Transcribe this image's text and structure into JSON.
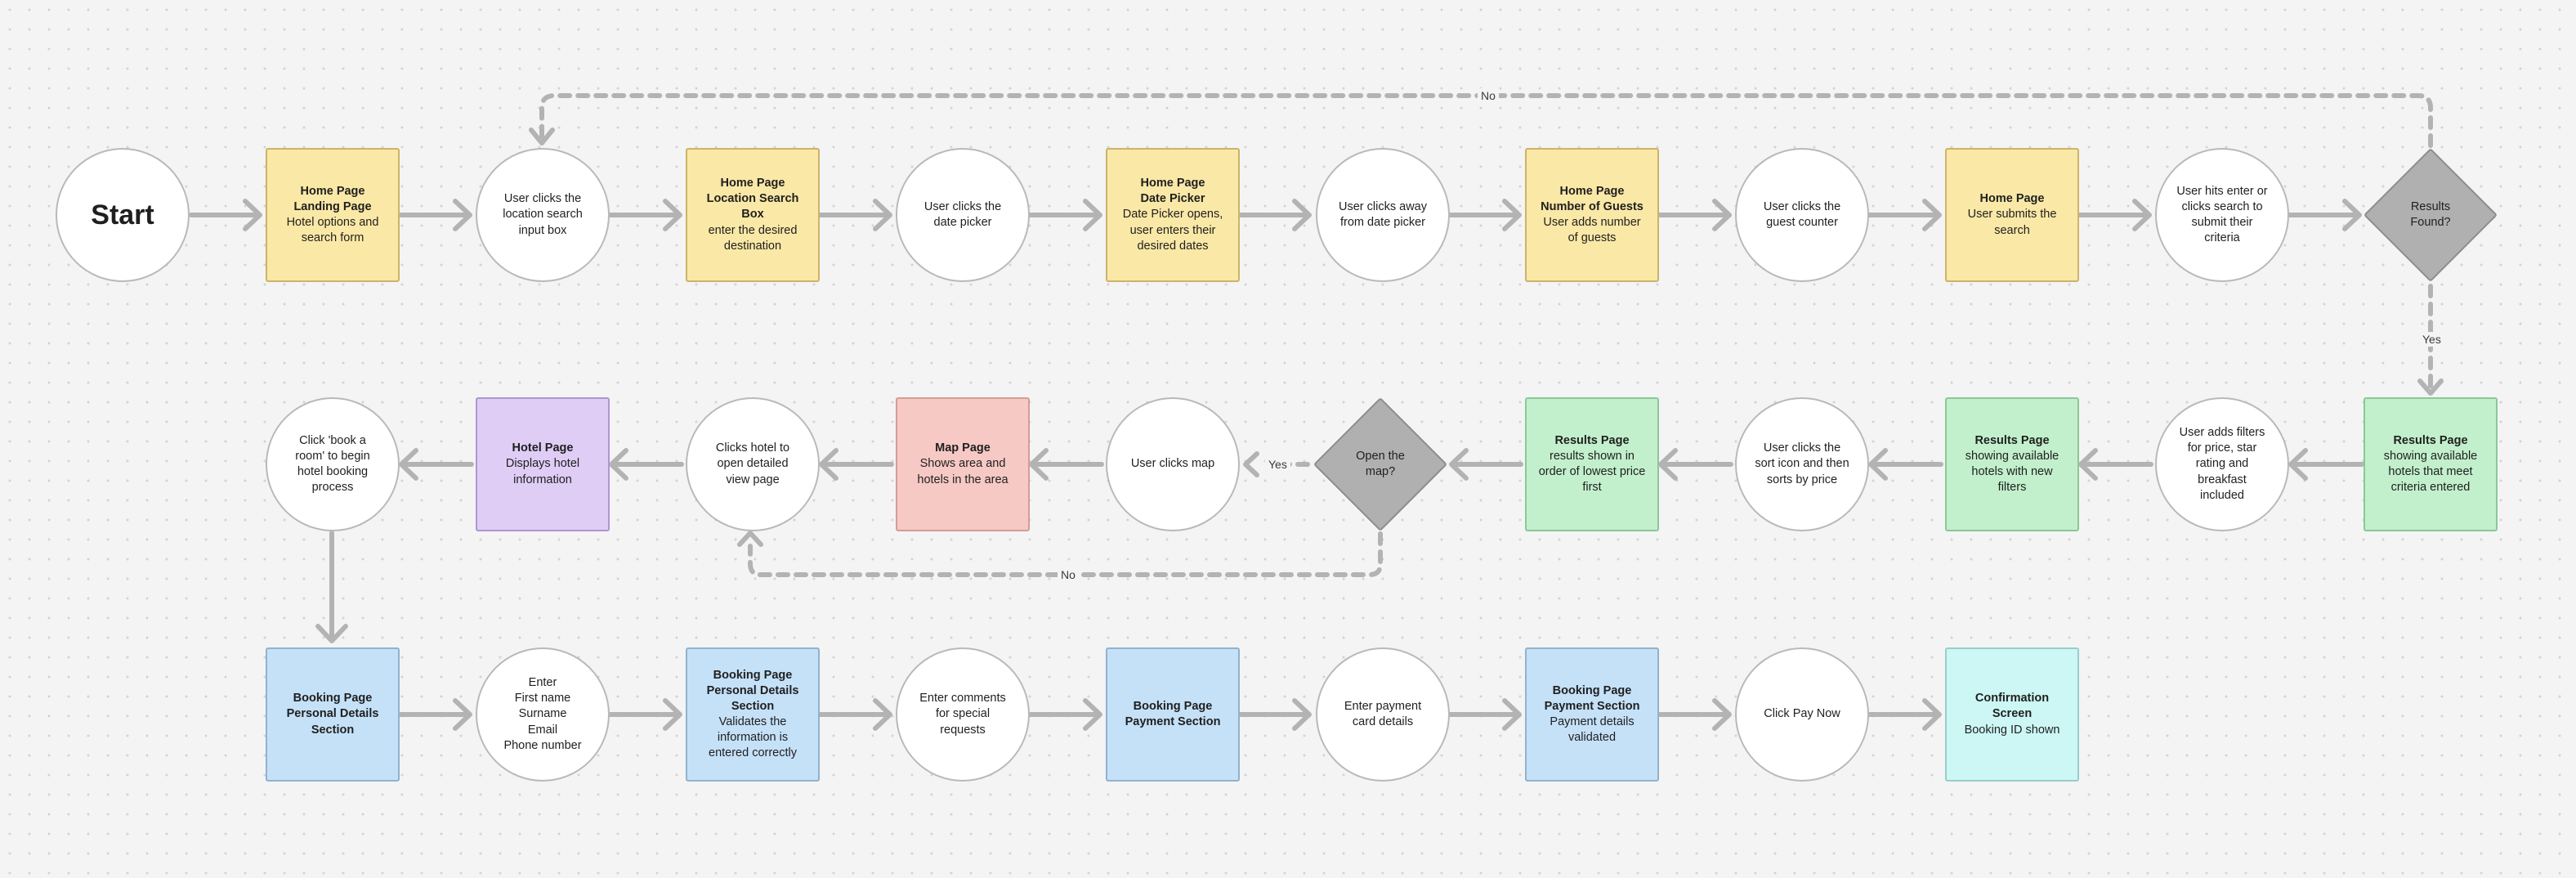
{
  "flow": {
    "start": "Start",
    "row1": [
      {
        "title": "Home Page",
        "subtitle": "Landing Page",
        "body": "Hotel options and search form"
      },
      {
        "text": "User clicks the location search input box"
      },
      {
        "title": "Home Page",
        "subtitle": "Location Search Box",
        "body": "enter the desired destination"
      },
      {
        "text": "User clicks the date picker"
      },
      {
        "title": "Home Page",
        "subtitle": "Date Picker",
        "body": "Date Picker opens, user enters their desired dates"
      },
      {
        "text": "User clicks away from date picker"
      },
      {
        "title": "Home Page",
        "subtitle": "Number of Guests",
        "body": "User adds number of guests"
      },
      {
        "text": "User clicks the guest counter"
      },
      {
        "title": "Home Page",
        "body": "User submits the search"
      },
      {
        "text": "User hits enter or clicks search to submit their criteria"
      }
    ],
    "decision_results": {
      "line1": "Results",
      "line2": "Found?"
    },
    "row2": [
      {
        "title": "Results Page",
        "body": "showing available hotels that meet criteria entered"
      },
      {
        "text": "User adds filters for price, star rating and breakfast included"
      },
      {
        "title": "Results Page",
        "body": "showing available hotels with new filters"
      },
      {
        "text": "User clicks the sort icon and then sorts by price"
      },
      {
        "title": "Results Page",
        "body": "results shown in order of lowest price first"
      },
      {
        "text": "User clicks map"
      },
      {
        "title": "Map Page",
        "body": "Shows area and hotels in the area"
      },
      {
        "text": "Clicks hotel to open detailed view page"
      },
      {
        "title": "Hotel Page",
        "body": "Displays hotel information"
      },
      {
        "text": "Click 'book a room' to begin hotel booking process"
      }
    ],
    "decision_map": {
      "line1": "Open the",
      "line2": "map?"
    },
    "row3": [
      {
        "title": "Booking Page",
        "subtitle": "Personal Details Section"
      },
      {
        "lines": [
          "Enter",
          "First name",
          "Surname",
          "Email",
          "Phone number"
        ]
      },
      {
        "title": "Booking Page",
        "subtitle": "Personal Details Section",
        "body": "Validates the information is entered correctly"
      },
      {
        "text": "Enter comments for special requests"
      },
      {
        "title": "Booking Page",
        "subtitle": "Payment Section"
      },
      {
        "text": "Enter payment card details"
      },
      {
        "title": "Booking Page",
        "subtitle": "Payment Section",
        "body": "Payment details validated"
      },
      {
        "text": "Click Pay Now"
      },
      {
        "title": "Confirmation Screen",
        "body": "Booking ID shown"
      }
    ]
  },
  "edge_labels": {
    "loop_no": "No",
    "results_yes": "Yes",
    "map_yes": "Yes",
    "map_no": "No"
  },
  "colors": {
    "canvas": "#f4f4f4",
    "connector": "#b3b3b3",
    "home_page": "#fae8a6",
    "results_page": "#c2f0cc",
    "map_page": "#f6c9c4",
    "hotel_page": "#dfcdf6",
    "booking_page": "#c5e1f8",
    "confirmation": "#ccf7f4",
    "decision": "#b0b0b0"
  }
}
